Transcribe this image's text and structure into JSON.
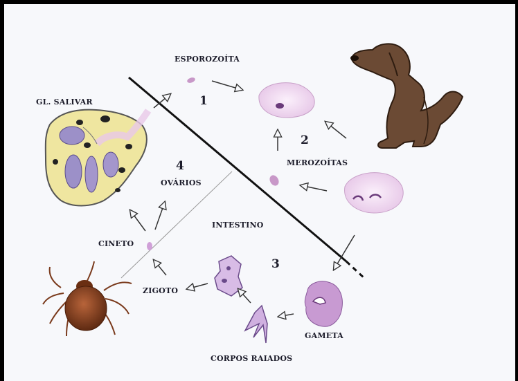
{
  "labels": {
    "esporozoita": "ESPOROZOÍTA",
    "gl_salivar": "GL. SALIVAR",
    "merozoitas": "MEROZOÍTAS",
    "ovarios": "OVÁRIOS",
    "intestino": "INTESTINO",
    "cineto": "CINETO",
    "zigoto": "ZIGOTO",
    "gameta": "GAMETA",
    "corpos_raiados": "CORPOS RAIADOS"
  },
  "stages": [
    "1",
    "2",
    "3",
    "4"
  ],
  "colors": {
    "background": "#f7f8fb",
    "frame": "#000000",
    "dog": "#6b4a34",
    "tick": "#7a3a1c",
    "gland": "#efe6a0",
    "parasite": "#b86cc0"
  },
  "icons": [
    "dog-illustration",
    "tick-illustration",
    "salivary-gland-illustration"
  ]
}
